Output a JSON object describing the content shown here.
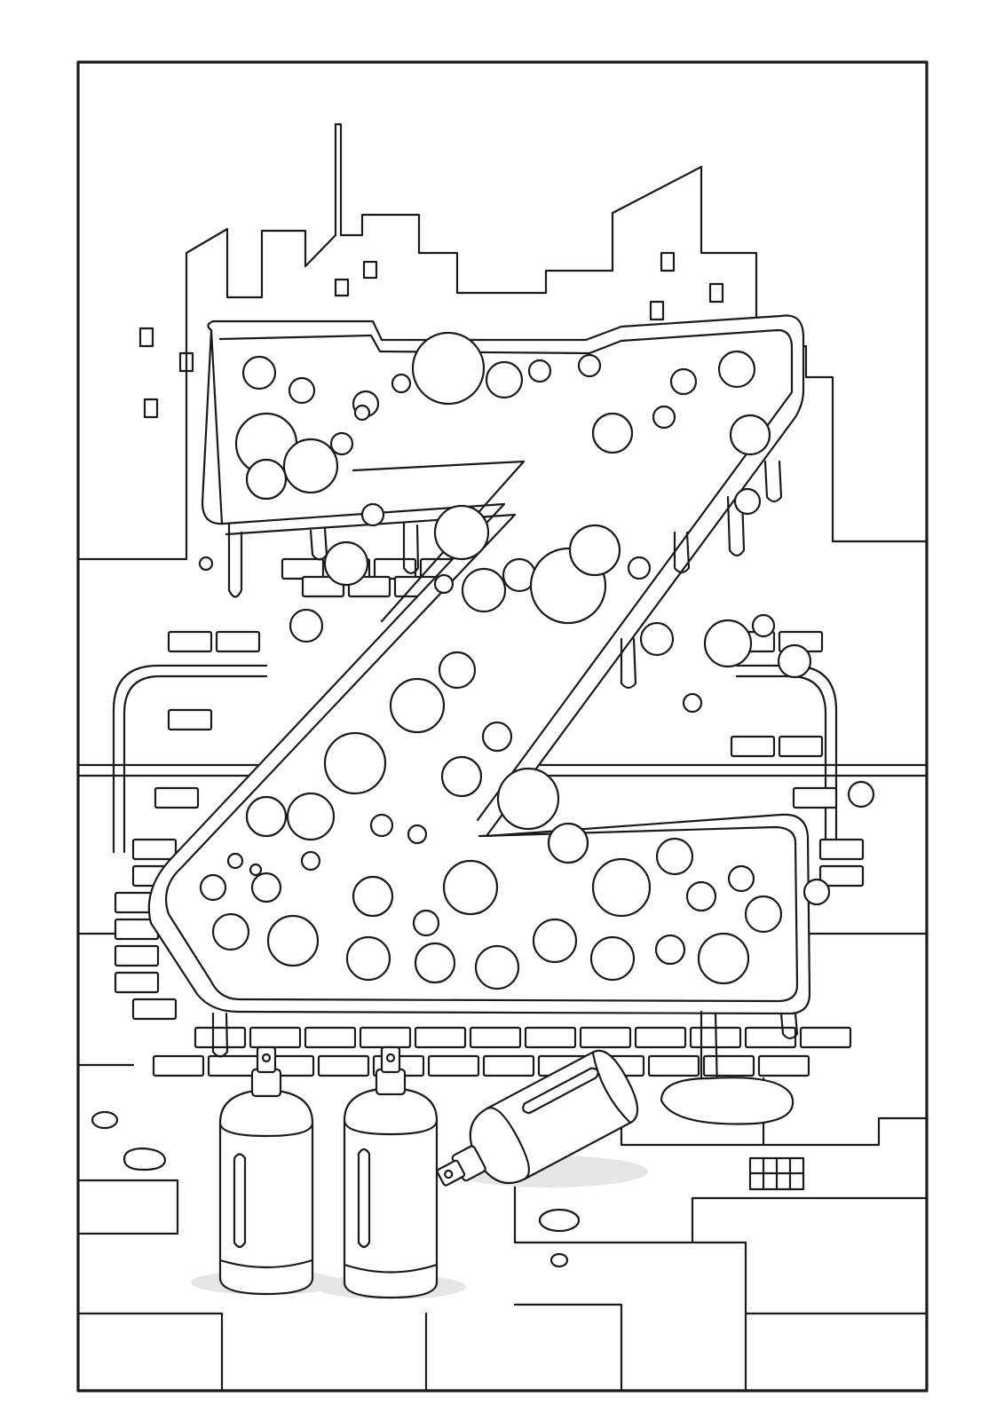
{
  "page": {
    "kind": "coloring-page",
    "subject": "graffiti letter",
    "letter": "Z",
    "line_color": "#1a1a1a",
    "fill_color": "#ffffff",
    "shadow_color": "#e6e6e6"
  },
  "scene": {
    "skyline": "city-skyline",
    "wall": "brick-wall",
    "floor": "tiled-pavement",
    "spray_cans": [
      "standing-spray-can",
      "standing-spray-can",
      "fallen-spray-can"
    ]
  }
}
